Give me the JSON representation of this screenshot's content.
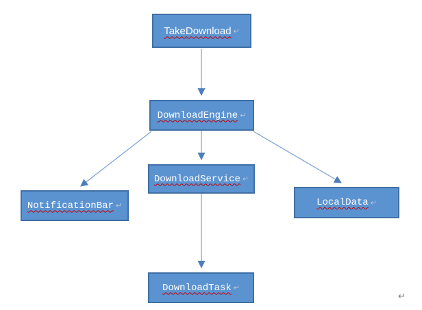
{
  "diagram": {
    "nodes": [
      {
        "id": "take-download",
        "label": "TakeDownload"
      },
      {
        "id": "download-engine",
        "label": "DownloadEngine"
      },
      {
        "id": "download-service",
        "label": "DownloadService"
      },
      {
        "id": "notification-bar",
        "label": "NotificationBar"
      },
      {
        "id": "local-data",
        "label": "LocalData"
      },
      {
        "id": "download-task",
        "label": "DownloadTask"
      }
    ],
    "edges": [
      {
        "from": "TakeDownload",
        "to": "DownloadEngine"
      },
      {
        "from": "DownloadEngine",
        "to": "NotificationBar"
      },
      {
        "from": "DownloadEngine",
        "to": "DownloadService"
      },
      {
        "from": "DownloadEngine",
        "to": "LocalData"
      },
      {
        "from": "DownloadService",
        "to": "DownloadTask"
      }
    ],
    "colors": {
      "node_fill": "#5b93d1",
      "node_border": "#3f6fa5",
      "connector_line": "#7fa5d2",
      "arrowhead": "#4d7ebb",
      "label_text": "#ffffff",
      "spellcheck_underline": "#c00000",
      "formatting_mark": "#7f7f7f"
    },
    "formatting_mark": "↵"
  },
  "page": {
    "trailing_mark": "↵"
  }
}
